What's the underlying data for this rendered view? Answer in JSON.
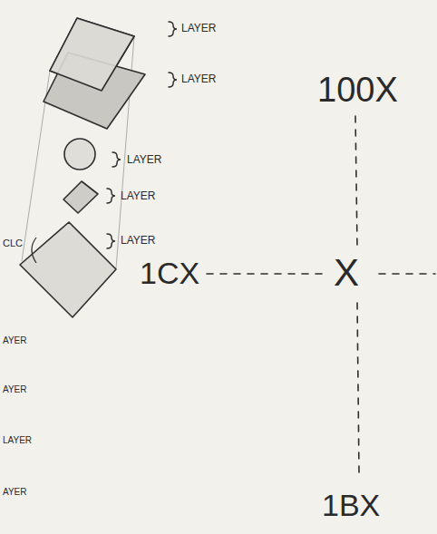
{
  "diagram": {
    "labels": [
      "LAYER",
      "LAYER",
      "LAYER",
      "LAYER",
      "LAYER",
      "CLC",
      "1CX",
      "100X",
      "X",
      "1BX",
      "AYER",
      "AYER",
      "LAYER",
      "AYER"
    ]
  }
}
